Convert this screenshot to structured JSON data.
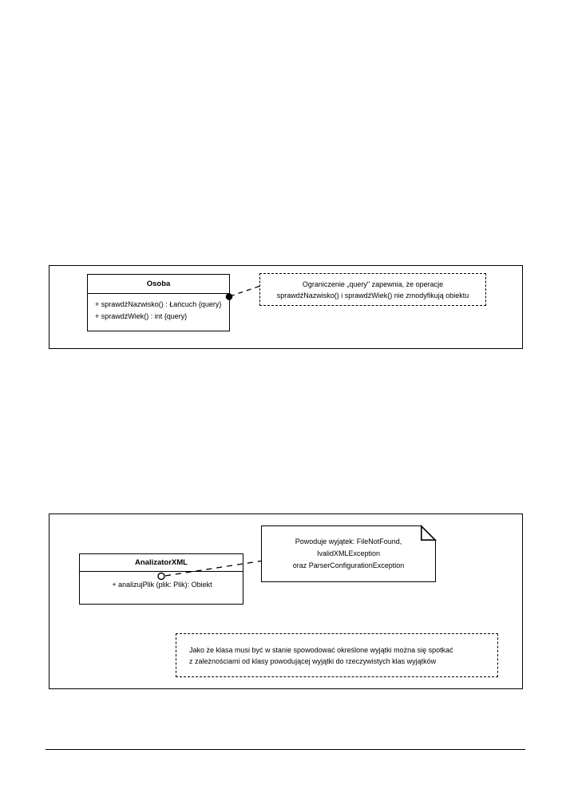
{
  "page": {
    "rule_present": true,
    "background_color": "#ffffff",
    "ink_color": "#000000"
  },
  "figures": [
    {
      "id": "figure-1",
      "class_box": {
        "name": "Osoba",
        "operations": [
          "+ sprawdźNazwisko() :  Łańcuch {query}",
          "+ sprawdźWiek() :  int {query}"
        ]
      },
      "constraint_note": {
        "style": "dashed",
        "lines": [
          "Ograniczenie „query\" zapewnia, że operacje",
          "sprawdźNazwisko() i sprawdźWiek() nie zmodyfikują obiektu"
        ]
      },
      "connector": {
        "type": "note-anchor",
        "end_marker": "filled-ball",
        "line_style": "dashed"
      }
    },
    {
      "id": "figure-2",
      "class_box": {
        "name": "AnalizatorXML",
        "operations": [
          "+ analizujPlik (plik: Plik): Obiekt"
        ]
      },
      "exception_note": {
        "style": "folded-corner",
        "lines": [
          "Powoduje wyjątek: FileNotFound,",
          "IvalidXMLException",
          "oraz ParserConfigurationException"
        ]
      },
      "constraint_note": {
        "style": "dashed",
        "lines": [
          "Jako że klasa musi być w stanie spowodować określone wyjątki można się spotkać",
          "z zależnościami od klasy powodującej wyjątki do rzeczywistych klas wyjątków"
        ]
      },
      "connector": {
        "type": "note-anchor",
        "end_marker": "hollow-circle",
        "line_style": "dashed"
      }
    }
  ]
}
